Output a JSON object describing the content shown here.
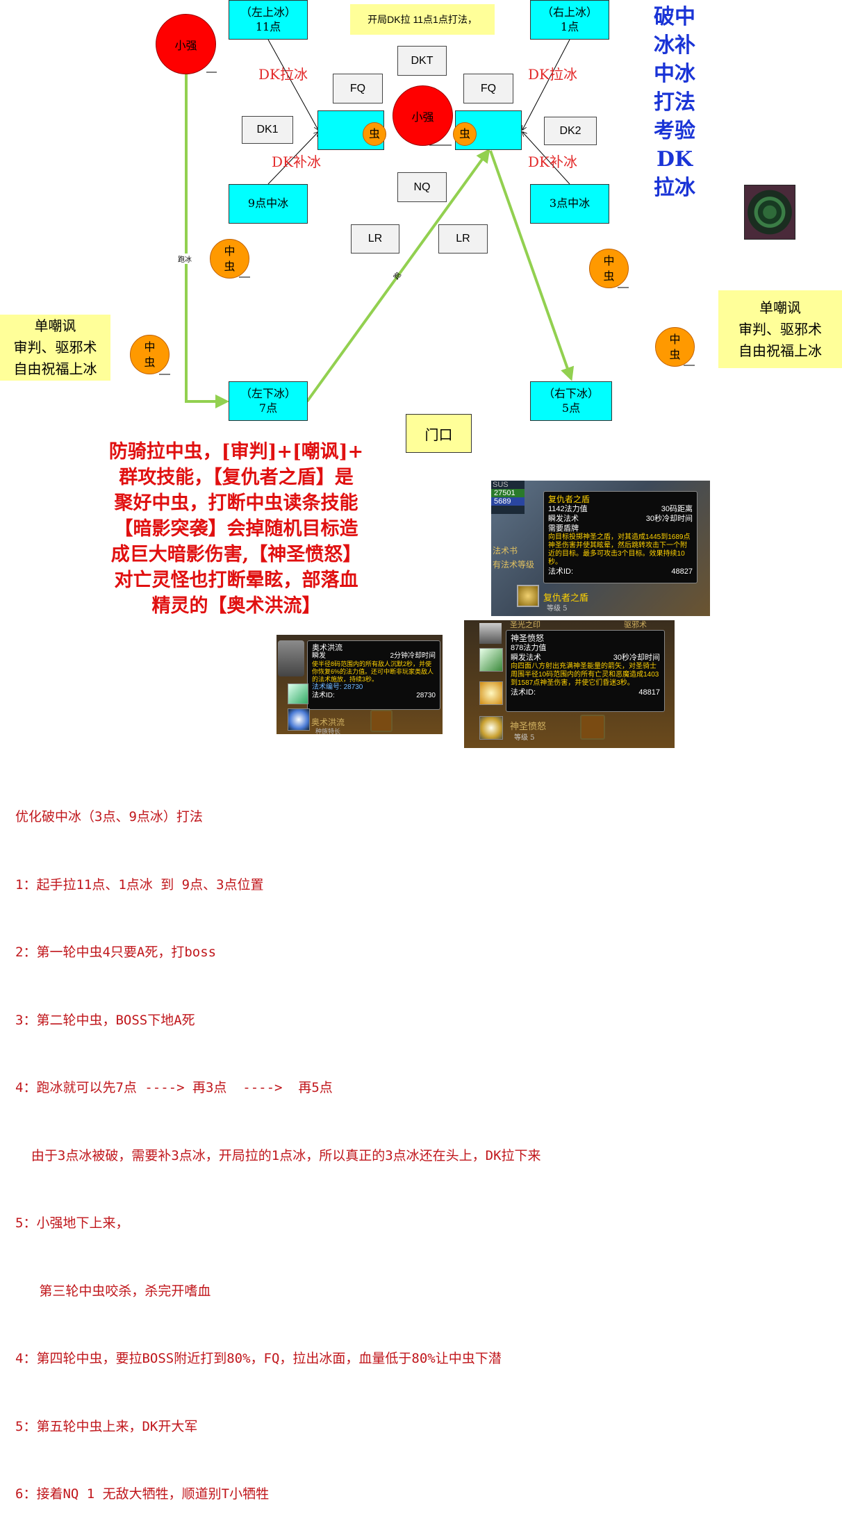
{
  "header_note": "开局DK拉 11点1点打法，",
  "title_vertical": [
    "破中",
    "冰补",
    "中冰",
    "打法",
    "考验",
    "DK",
    "拉冰"
  ],
  "ice": {
    "top_left": {
      "line1": "（左上冰）",
      "line2": "11点"
    },
    "top_right": {
      "line1": "（右上冰）",
      "line2": "1点"
    },
    "mid_left": "9点中冰",
    "mid_right": "3点中冰",
    "bottom_left": {
      "line1": "（左下冰）",
      "line2": "7点"
    },
    "bottom_right": {
      "line1": "（右下冰）",
      "line2": "5点"
    }
  },
  "roles": {
    "dkt": "DKT",
    "fq_left": "FQ",
    "fq_right": "FQ",
    "dk1": "DK1",
    "dk2": "DK2",
    "nq": "NQ",
    "lr_left": "LR",
    "lr_right": "LR"
  },
  "labels": {
    "dk_pull_left": "DK拉冰",
    "dk_pull_right": "DK拉冰",
    "dk_fill_left": "DK补冰",
    "dk_fill_right": "DK补冰",
    "run_ice": "跑冰",
    "run": "跑"
  },
  "xiaoqiang": "小强",
  "chong": "虫",
  "zhongchong": {
    "line1": "中",
    "line2": "虫"
  },
  "door": "门口",
  "side_note": {
    "line1": "单嘲讽",
    "line2": "审判、驱邪术",
    "line3": "自由祝福上冰"
  },
  "main_paragraph": [
    "防骑拉中虫，[审判]+[嘲讽]+",
    "群攻技能，【复仇者之盾】是",
    "聚好中虫，打断中虫读条技能",
    "【暗影突袭】会掉随机目标造",
    "成巨大暗影伤害,【神圣愤怒】",
    "对亡灵怪也打断晕眩，部落血",
    "精灵的【奥术洪流】"
  ],
  "shot_avenger": {
    "hud_sus": "SUS",
    "hud_hp": "27501",
    "hud_mp": "5689",
    "side1": "法术书",
    "side2": "有法术等级",
    "name": "复仇者之盾",
    "cost": "1142法力值",
    "range": "30码距离",
    "cast": "瞬发法术",
    "cooldown": "30秒冷却时间",
    "req": "需要盾牌",
    "desc": "向目标投掷神圣之盾，对其造成1445到1689点神圣伤害并使其眩晕，然后跳转攻击下一个附近的目标。最多可攻击3个目标。效果持续10秒。",
    "id_label": "法术ID:",
    "id": "48827",
    "bar_name": "复仇者之盾",
    "bar_rank": "等级 5"
  },
  "shot_arcane": {
    "name": "奥术洪流",
    "cast": "瞬发",
    "cooldown": "2分钟冷却时间",
    "desc": "使半径8码范围内的所有敌人沉默2秒，并使你恢复6%的法力值。还可中断非玩家类敌人的法术施放，持续3秒。",
    "num_label": "法术编号:",
    "num": "28730",
    "id_label": "法术ID:",
    "id": "28730",
    "bar_name": "奥术洪流",
    "bar_sub": "种族特长"
  },
  "shot_wrath": {
    "top_left": "圣光之印",
    "top_right": "驱邪术",
    "name": "神圣愤怒",
    "cost": "878法力值",
    "cast": "瞬发法术",
    "cooldown": "30秒冷却时间",
    "desc": "向四面八方射出充满神圣能量的箭矢，对圣骑士周围半径10码范围内的所有亡灵和恶魔造成1403到1587点神圣伤害，并使它们昏迷3秒。",
    "id_label": "法术ID:",
    "id": "48817",
    "bar_name": "神圣愤怒",
    "bar_rank": "等级 5"
  },
  "notes": [
    "优化破中冰（3点、9点冰）打法",
    "1：起手拉11点、1点冰 到 9点、3点位置",
    "2：第一轮中虫4只要A死，打boss",
    "3：第二轮中虫，BOSS下地A死",
    "4：跑冰就可以先7点 ----> 再3点  ---->  再5点",
    "  由于3点冰被破，需要补3点冰，开局拉的1点冰，所以真正的3点冰还在头上，DK拉下来",
    "5：小强地下上来，",
    "   第三轮中虫咬杀，杀完开嗜血",
    "4：第四轮中虫，要拉BOSS附近打到80%，FQ，拉出冰面，血量低于80%让中虫下潜",
    "5：第五轮中虫上来，DK开大军",
    "6：接着NQ 1 无敌大牺牲，顺道别T小牺牲"
  ],
  "colors": {
    "ice": "#00ffff",
    "arrow": "#92d050",
    "red_circle": "#ff0000",
    "orange_circle": "#ff9900",
    "note_bg": "#ffff99",
    "text_red": "#e01010",
    "title_blue": "#1a34d6"
  }
}
